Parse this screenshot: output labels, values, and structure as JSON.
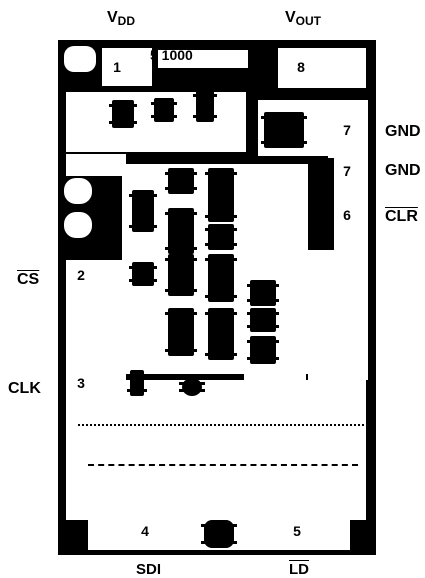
{
  "labels": {
    "vdd_main": "V",
    "vdd_sub": "DD",
    "vout_main": "V",
    "vout_sub": "OUT",
    "gnd_top": "GND",
    "gnd_mid": "GND",
    "clr": "CLR",
    "cs": "CS",
    "clk": "CLK",
    "sdi": "SDI",
    "ld": "LD"
  },
  "pins": {
    "p1": "1",
    "p2": "2",
    "p3": "3",
    "p4": "4",
    "p5": "5",
    "p6": "6",
    "p7a": "7",
    "p7b": "7",
    "p8": "8"
  },
  "board": {
    "component_marking": "5 1000"
  },
  "colors": {
    "board": "#000000",
    "copper": "#ffffff"
  }
}
